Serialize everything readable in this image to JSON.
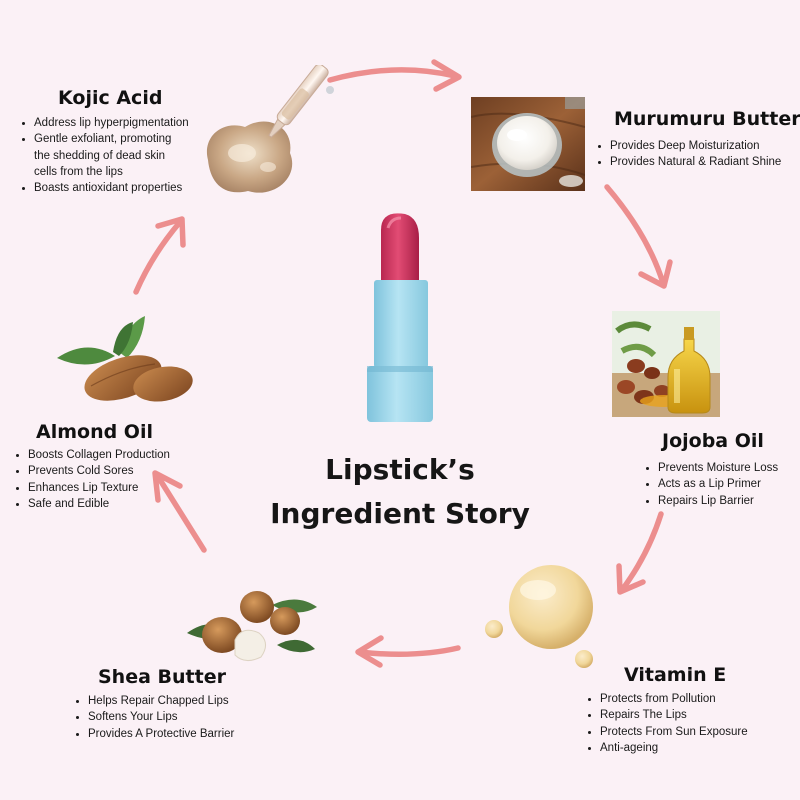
{
  "title": {
    "line1": "Lipstick’s",
    "line2": "Ingredient Story"
  },
  "colors": {
    "background": "#fbf1f6",
    "arrow": "#ec8e8e",
    "lipstick_bullet": "#d93862",
    "lipstick_case": "#9fd7ec"
  },
  "icons": [
    "dropper-serum-image",
    "murumuru-butter-image",
    "jojoba-oil-image",
    "vitamin-e-drop-image",
    "shea-nut-image",
    "almond-image",
    "lipstick-image"
  ],
  "ingredients": {
    "kojic_acid": {
      "name": "Kojic Acid",
      "points": [
        "Address lip hyperpigmentation",
        "Gentle exfoliant, promoting",
        "the shedding of dead skin",
        "cells from the lips",
        "Boasts antioxidant properties"
      ]
    },
    "murumuru": {
      "name": "Murumuru Butter",
      "points": [
        "Provides Deep Moisturization",
        "Provides Natural & Radiant Shine"
      ]
    },
    "jojoba": {
      "name": "Jojoba Oil",
      "points": [
        "Prevents Moisture Loss",
        "Acts as a Lip Primer",
        "Repairs Lip Barrier"
      ]
    },
    "vitamin_e": {
      "name": "Vitamin E",
      "points": [
        "Protects from Pollution",
        "Repairs The Lips",
        "Protects From Sun Exposure",
        "Anti-ageing"
      ]
    },
    "shea": {
      "name": "Shea Butter",
      "points": [
        "Helps Repair Chapped Lips",
        "Softens Your Lips",
        "Provides A Protective Barrier"
      ]
    },
    "almond": {
      "name": "Almond Oil",
      "points": [
        "Boosts Collagen Production",
        "Prevents Cold Sores",
        "Enhances Lip Texture",
        "Safe and Edible"
      ]
    }
  }
}
